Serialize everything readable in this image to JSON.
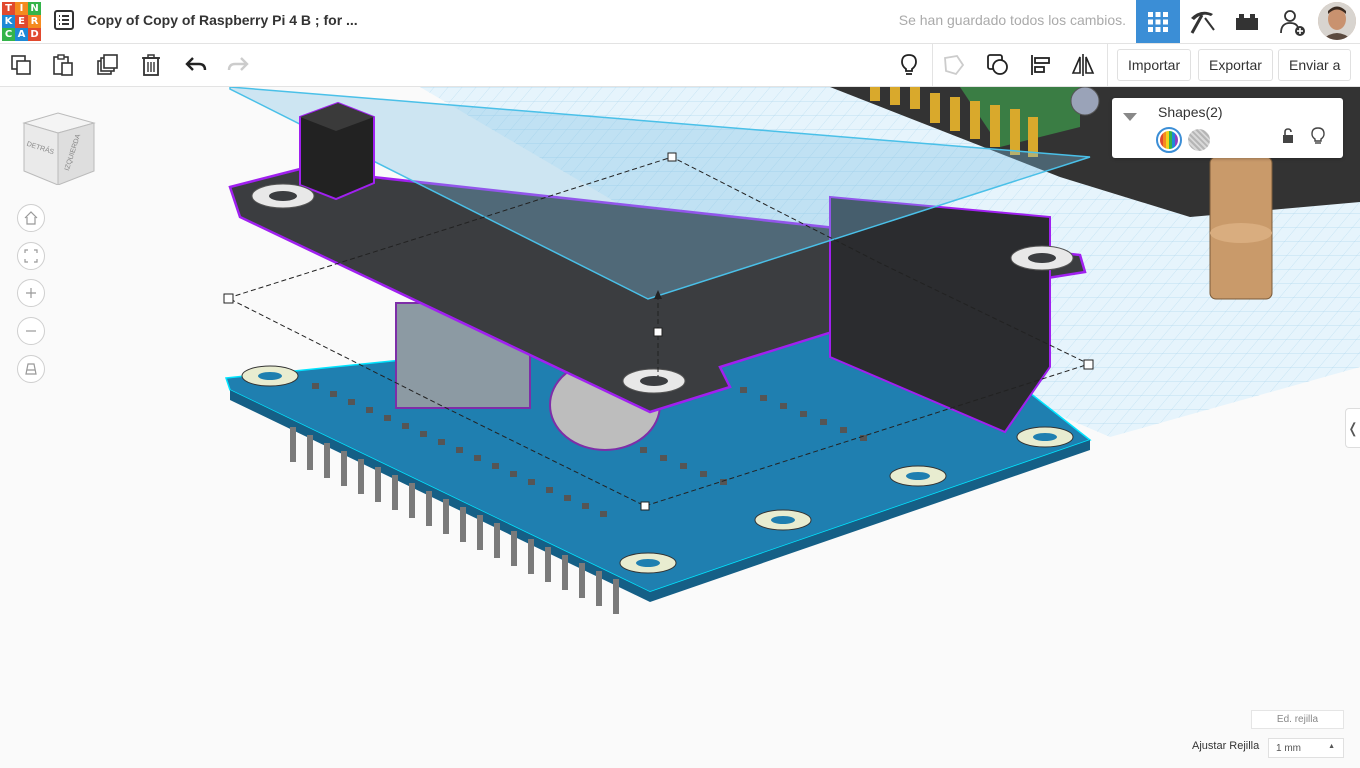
{
  "app": {
    "logo_letters": [
      "TIN",
      "KER",
      "CAD"
    ],
    "logo_colors": [
      "#e1492e",
      "#f58a1f",
      "#34b44a",
      "#1e89d6"
    ],
    "document_title": "Copy of Copy of Raspberry Pi 4 B ; for ...",
    "save_status": "Se han guardado todos los cambios."
  },
  "header": {
    "views": [
      {
        "name": "3d-design",
        "icon": "grid-icon",
        "active": true
      },
      {
        "name": "codeblocks",
        "icon": "pickaxe-icon",
        "active": false
      },
      {
        "name": "bricks",
        "icon": "brick-icon",
        "active": false
      },
      {
        "name": "invite",
        "icon": "add-user-icon",
        "active": false
      }
    ],
    "accent": "#3b8ed6"
  },
  "toolbar": {
    "left_tools": [
      {
        "name": "copy",
        "icon": "copy-icon"
      },
      {
        "name": "paste",
        "icon": "paste-icon"
      },
      {
        "name": "duplicate",
        "icon": "duplicate-icon"
      },
      {
        "name": "delete",
        "icon": "trash-icon"
      },
      {
        "name": "undo",
        "icon": "undo-icon"
      },
      {
        "name": "redo",
        "icon": "redo-icon"
      }
    ],
    "right_tools": [
      {
        "name": "notes",
        "icon": "lightbulb-icon"
      },
      {
        "name": "hole",
        "icon": "hole-icon"
      },
      {
        "name": "group",
        "icon": "group-icon"
      },
      {
        "name": "align",
        "icon": "align-icon"
      },
      {
        "name": "mirror",
        "icon": "mirror-icon"
      }
    ],
    "import_label": "Importar",
    "export_label": "Exportar",
    "send_label": "Enviar a"
  },
  "viewcube": {
    "back_label": "DETRÁS",
    "left_label": "IZQUIERDA"
  },
  "nav_controls": [
    "home-icon",
    "fit-icon",
    "zoom-in-icon",
    "zoom-out-icon",
    "perspective-icon"
  ],
  "inspector": {
    "title": "Shapes(2)",
    "solid_icon": "color-wheel-icon",
    "hole_icon": "hole-pattern-icon"
  },
  "grid": {
    "edit_label": "Ed. rejilla",
    "snap_label": "Ajustar Rejilla",
    "snap_value": "1 mm"
  }
}
